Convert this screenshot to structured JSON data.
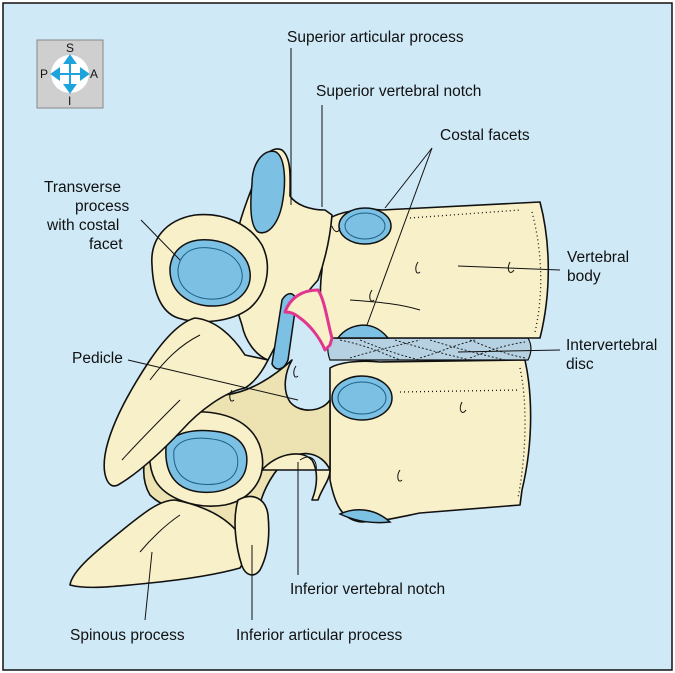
{
  "colors": {
    "background": "#cfe9f7",
    "bone": "#f8f0c8",
    "facet": "#7cc0e4",
    "disc": "#b6d1e2",
    "pedicle_outline": "#e0368f",
    "compass_arrows": "#1ea3dc"
  },
  "compass": {
    "superior": "S",
    "inferior": "I",
    "posterior": "P",
    "anterior": "A"
  },
  "labels": {
    "superior_articular_process": "Superior articular process",
    "superior_vertebral_notch": "Superior vertebral notch",
    "costal_facets": "Costal facets",
    "transverse_process_line1": "Transverse",
    "transverse_process_line2": "process",
    "transverse_process_line3": "with costal",
    "transverse_process_line4": "facet",
    "vertebral_body_line1": "Vertebral",
    "vertebral_body_line2": "body",
    "pedicle": "Pedicle",
    "intervertebral_disc_line1": "Intervertebral",
    "intervertebral_disc_line2": "disc",
    "inferior_vertebral_notch": "Inferior vertebral notch",
    "spinous_process": "Spinous process",
    "inferior_articular_process": "Inferior articular process"
  }
}
